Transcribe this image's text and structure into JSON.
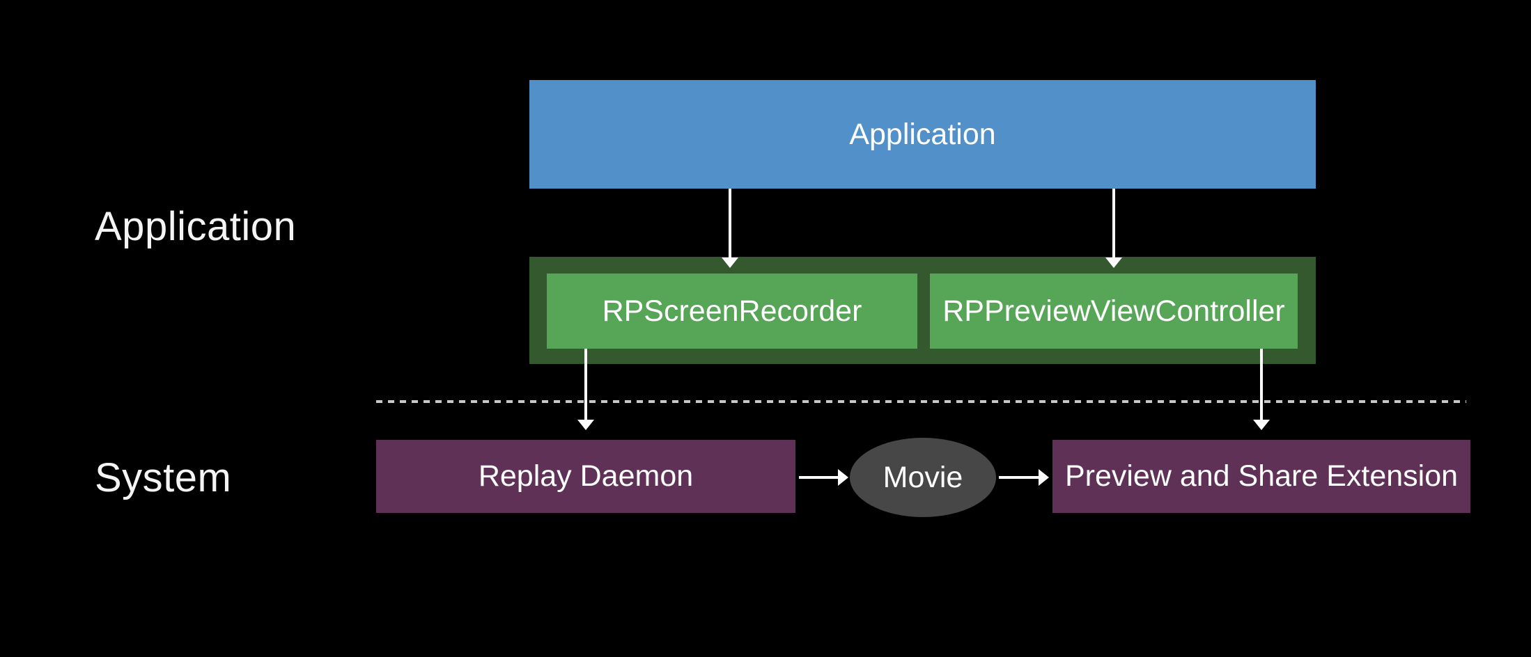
{
  "layers": {
    "application_label": "Application",
    "system_label": "System"
  },
  "nodes": {
    "application_box": "Application",
    "rp_screen_recorder": "RPScreenRecorder",
    "rp_preview_view_controller": "RPPreviewViewController",
    "replay_daemon": "Replay Daemon",
    "movie": "Movie",
    "preview_share_extension": "Preview and Share Extension"
  },
  "edges": [
    {
      "from": "Application",
      "to": "RPScreenRecorder",
      "direction": "down"
    },
    {
      "from": "Application",
      "to": "RPPreviewViewController",
      "direction": "down"
    },
    {
      "from": "RPScreenRecorder",
      "to": "Replay Daemon",
      "direction": "down"
    },
    {
      "from": "RPPreviewViewController",
      "to": "Preview and Share Extension",
      "direction": "down"
    },
    {
      "from": "Replay Daemon",
      "to": "Movie",
      "direction": "right"
    },
    {
      "from": "Movie",
      "to": "Preview and Share Extension",
      "direction": "right"
    }
  ],
  "colors": {
    "background": "#000000",
    "application_box": "#5290CA",
    "framework_container": "#34592F",
    "framework_box": "#57A556",
    "system_box": "#5F3157",
    "movie_ellipse": "#474747",
    "divider": "#C8C8C8",
    "arrow": "#FFFFFF",
    "text": "#FFFFFF"
  }
}
